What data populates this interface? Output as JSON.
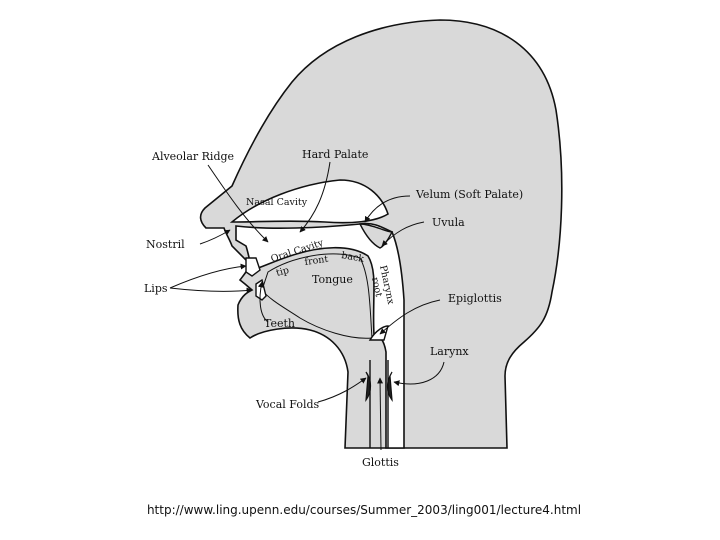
{
  "labels": {
    "alveolar_ridge": "Alveolar Ridge",
    "hard_palate": "Hard Palate",
    "nasal_cavity": "Nasal Cavity",
    "velum": "Velum (Soft Palate)",
    "uvula": "Uvula",
    "nostril": "Nostril",
    "oral_cavity": "Oral Cavity",
    "tip": "tip",
    "front": "front",
    "back": "back",
    "tongue": "Tongue",
    "pharynx": "Pharynx",
    "root": "root",
    "lips": "Lips",
    "epiglottis": "Epiglottis",
    "teeth": "Teeth",
    "larynx": "Larynx",
    "vocal_folds": "Vocal Folds",
    "glottis": "Glottis"
  },
  "source_url": "http://www.ling.upenn.edu/courses/Summer_2003/ling001/lecture4.html",
  "colors": {
    "head_fill": "#d9d9d9",
    "cavity_fill": "#ffffff",
    "outline": "#111111"
  }
}
